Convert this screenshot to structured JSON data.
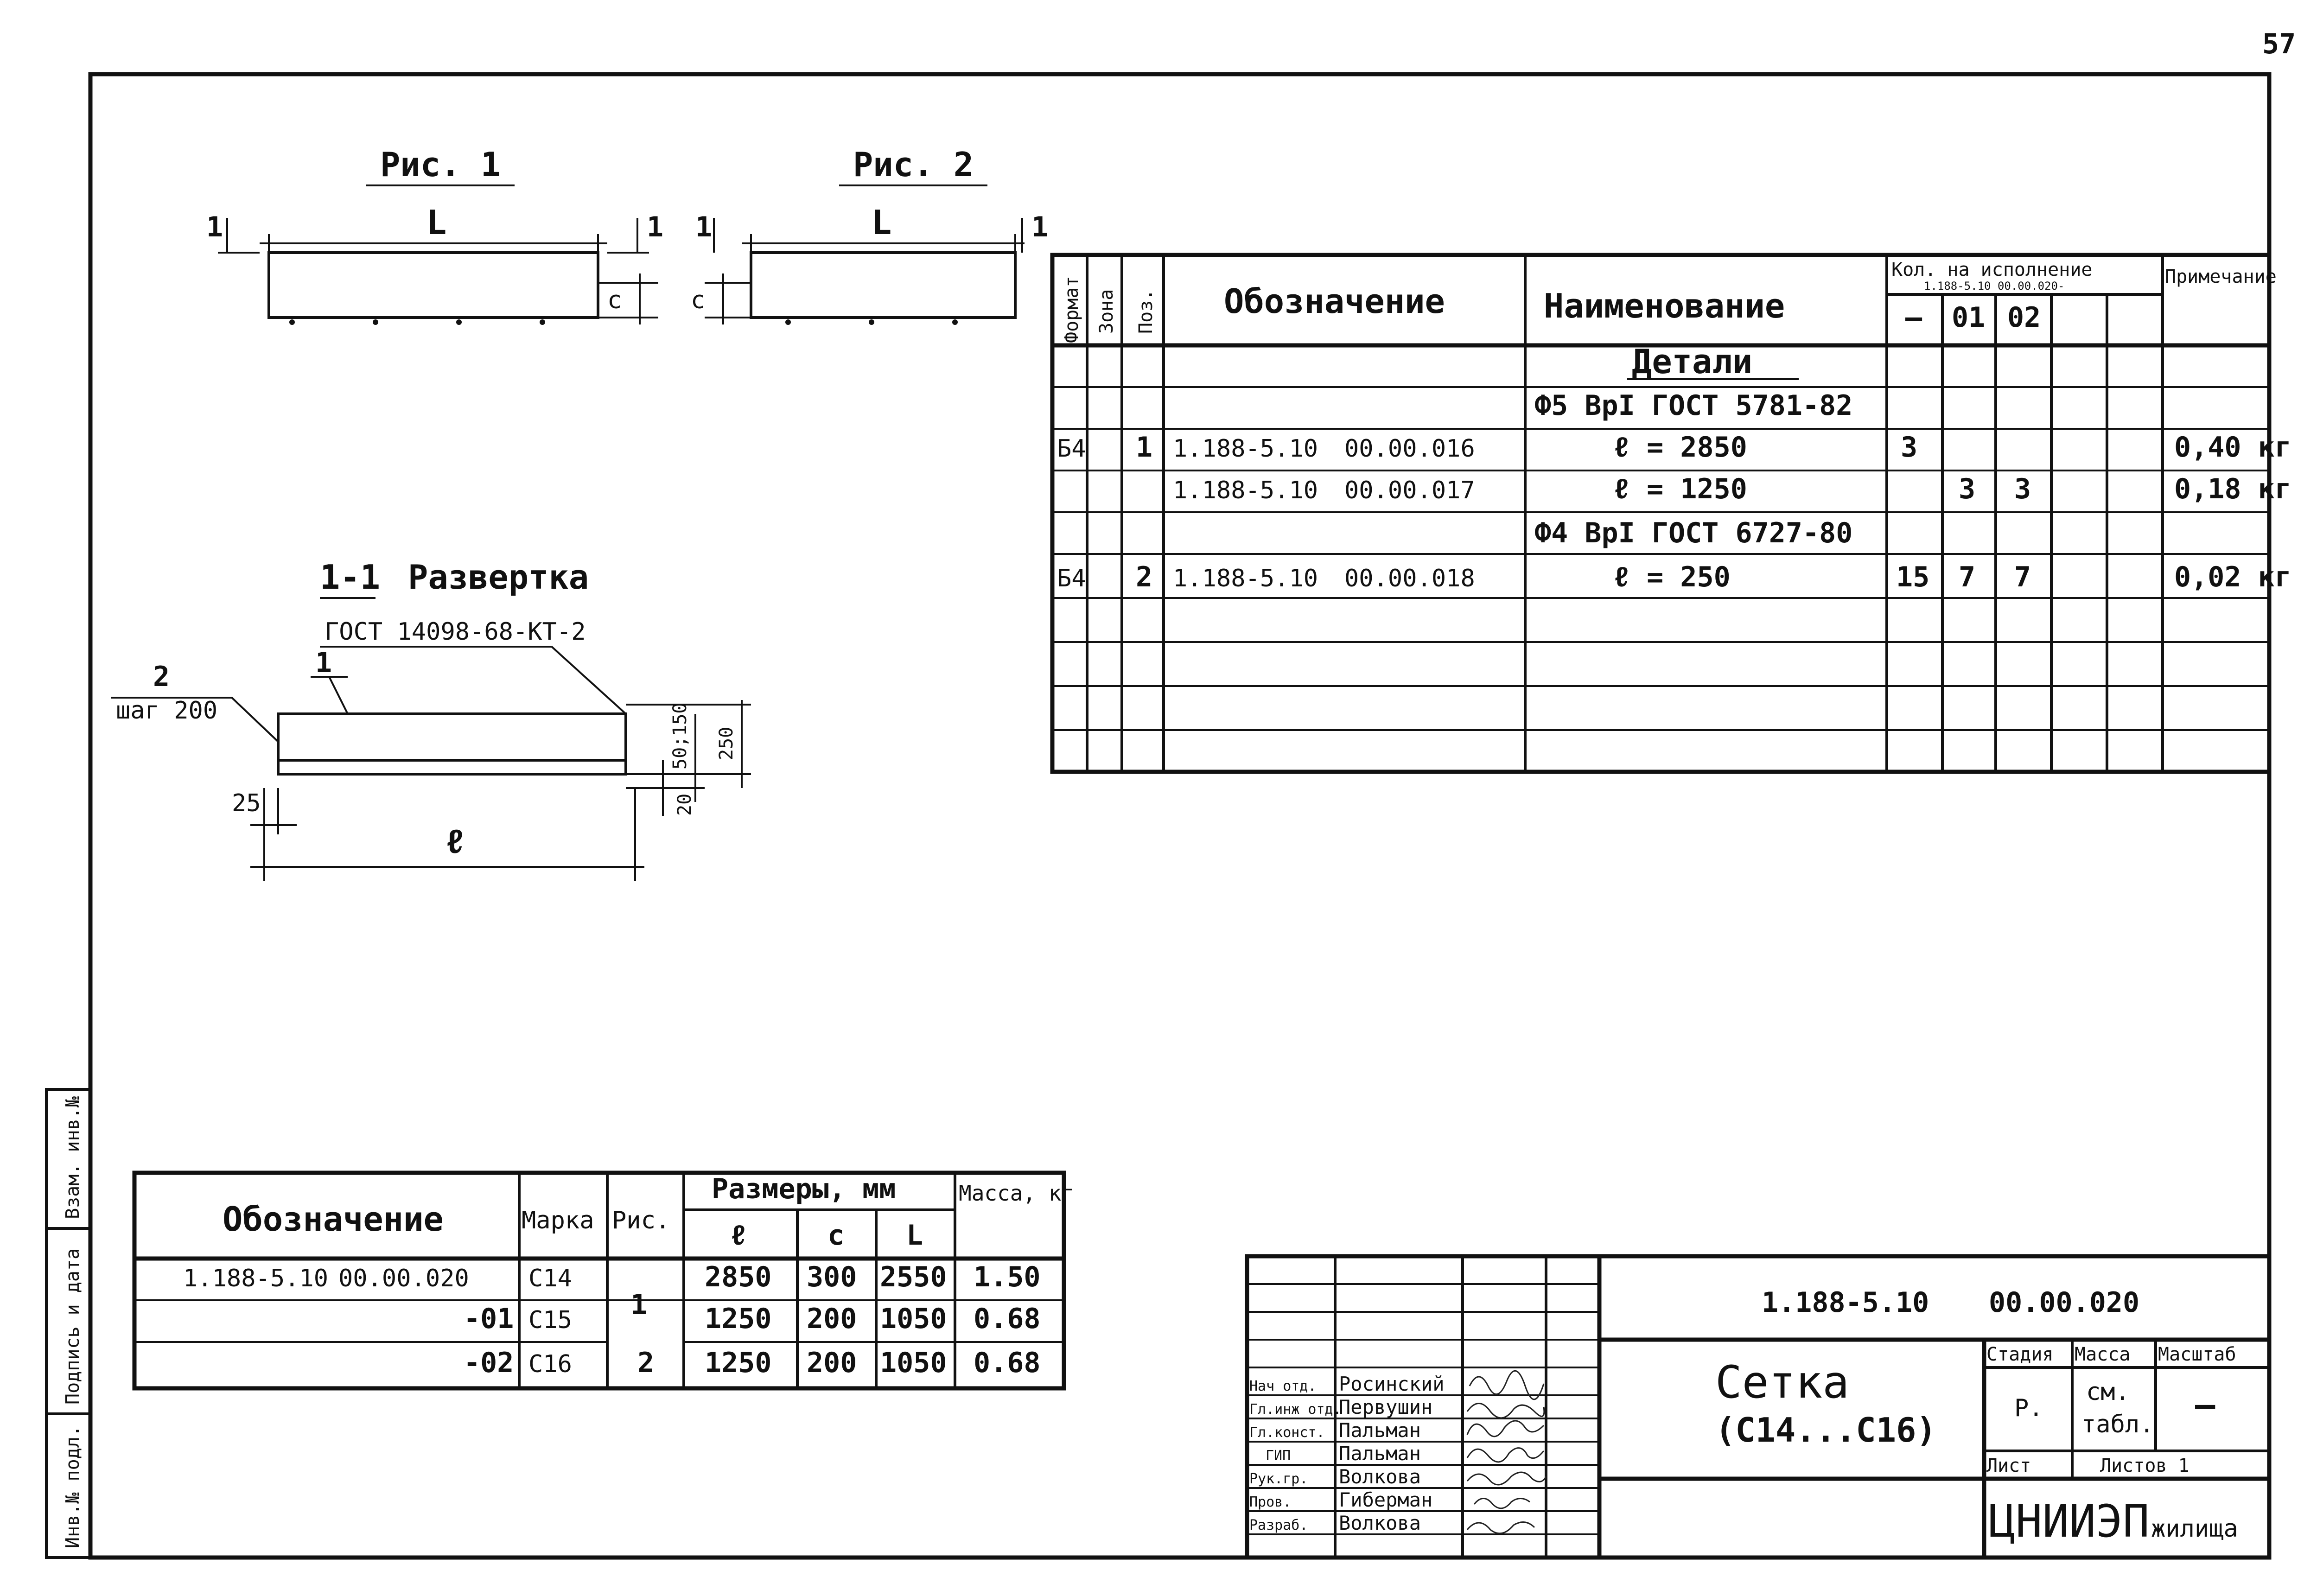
{
  "page_number": "57",
  "figure1": {
    "caption": "Рис. 1",
    "length_label": "L",
    "height_label": "c",
    "section_mark": "1"
  },
  "figure2": {
    "caption": "Рис. 2",
    "length_label": "L",
    "height_label": "c",
    "section_mark": "1"
  },
  "section": {
    "caption_number": "1-1",
    "caption_text": "Развертка",
    "standard_ref": "ГОСТ 14098-68-КТ-2",
    "pos1_label": "1",
    "pos2_label": "2",
    "step_label": "шаг 200",
    "dim_offset": "25",
    "dim_length": "ℓ",
    "dim_bottom": "20",
    "dim_inner": "50;150",
    "dim_total": "250"
  },
  "spec_table": {
    "headers": {
      "format": "Формат",
      "zone": "Зона",
      "pos": "Поз.",
      "designation": "Обозначение",
      "name": "Наименование",
      "qty_group": "Кол. на исполнение",
      "qty_sub": "1.188-5.10 00.00.020-",
      "variants": [
        "—",
        "01",
        "02",
        "",
        ""
      ],
      "note": "Примечание"
    },
    "section_title": "Детали",
    "rows": [
      {
        "format": "",
        "zone": "",
        "pos": "",
        "designation": "",
        "code": "",
        "name": "Ф5 ВрI ГОСТ 5781-82",
        "q0": "",
        "q1": "",
        "q2": "",
        "note": ""
      },
      {
        "format": "Б4",
        "zone": "",
        "pos": "1",
        "designation": "1.188-5.10",
        "code": "00.00.016",
        "name": "ℓ = 2850",
        "q0": "3",
        "q1": "",
        "q2": "",
        "note": "0,40 кг"
      },
      {
        "format": "",
        "zone": "",
        "pos": "",
        "designation": "1.188-5.10",
        "code": "00.00.017",
        "name": "ℓ = 1250",
        "q0": "",
        "q1": "3",
        "q2": "3",
        "note": "0,18 кг"
      },
      {
        "format": "",
        "zone": "",
        "pos": "",
        "designation": "",
        "code": "",
        "name": "Ф4 ВрI ГОСТ 6727-80",
        "q0": "",
        "q1": "",
        "q2": "",
        "note": ""
      },
      {
        "format": "Б4",
        "zone": "",
        "pos": "2",
        "designation": "1.188-5.10",
        "code": "00.00.018",
        "name": "ℓ = 250",
        "q0": "15",
        "q1": "7",
        "q2": "7",
        "note": "0,02 кг"
      }
    ]
  },
  "marks_table": {
    "headers": {
      "designation": "Обозначение",
      "mark": "Марка",
      "fig": "Рис.",
      "dims": "Размеры, мм",
      "l": "ℓ",
      "c": "c",
      "L": "L",
      "mass": "Масса, кг"
    },
    "rows": [
      {
        "designation": "1.188-5.10",
        "code": "00.00.020",
        "mark": "С14",
        "fig": "1",
        "l": "2850",
        "c": "300",
        "L": "2550",
        "mass": "1.50"
      },
      {
        "designation": "",
        "code": "-01",
        "mark": "С15",
        "fig": "1",
        "l": "1250",
        "c": "200",
        "L": "1050",
        "mass": "0.68"
      },
      {
        "designation": "",
        "code": "-02",
        "mark": "С16",
        "fig": "2",
        "l": "1250",
        "c": "200",
        "L": "1050",
        "mass": "0.68"
      }
    ]
  },
  "title_block": {
    "doc_number": "1.188-5.10",
    "doc_code": "00.00.020",
    "title_line1": "Сетка",
    "title_line2": "(С14...С16)",
    "stage_label": "Стадия",
    "mass_label": "Масса",
    "scale_label": "Масштаб",
    "stage": "Р.",
    "mass_value_1": "см.",
    "mass_value_2": "табл.",
    "scale": "—",
    "sheet_label": "Лист",
    "sheets_label": "Листов 1",
    "org_main": "ЦНИИЭП",
    "org_sub": "жилища",
    "signatures": [
      {
        "role": "Нач отд.",
        "name": "Росинский"
      },
      {
        "role": "Гл.инж отд.",
        "name": "Первушин"
      },
      {
        "role": "Гл.конст.",
        "name": "Пальман"
      },
      {
        "role": "ГИП",
        "name": "Пальман"
      },
      {
        "role": "Рук.гр.",
        "name": "Волкова"
      },
      {
        "role": "Пров.",
        "name": "Гиберман"
      },
      {
        "role": "Разраб.",
        "name": "Волкова"
      }
    ]
  },
  "side_stamp": {
    "cells": [
      "Инв.№ подл.",
      "Подпись и дата",
      "Взам. инв.№"
    ]
  }
}
